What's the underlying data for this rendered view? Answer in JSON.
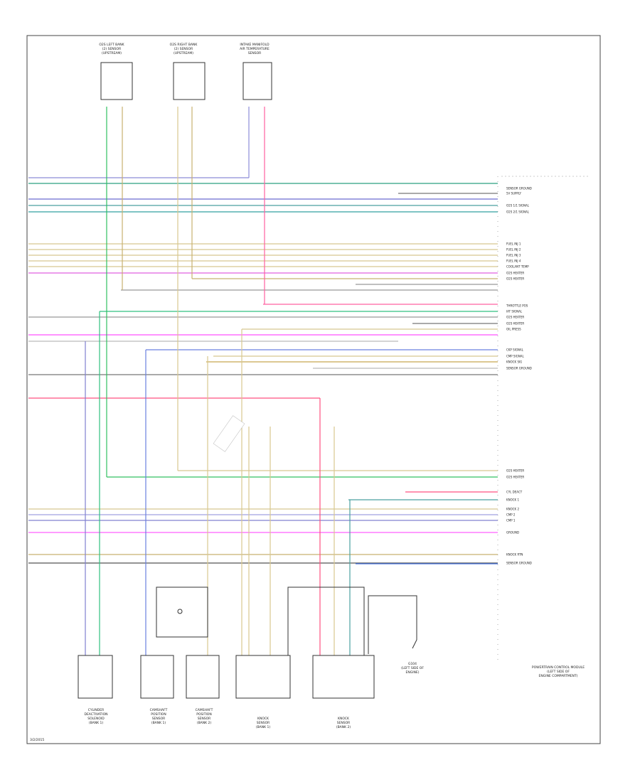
{
  "components_top": [
    {
      "id": "c1",
      "label_lines": [
        "O2S LEFT BANK",
        "(2) SENSOR",
        "(UPSTREAM)"
      ]
    },
    {
      "id": "c2",
      "label_lines": [
        "O2S RIGHT BANK",
        "(2) SENSOR",
        "(UPSTREAM)"
      ]
    },
    {
      "id": "c3",
      "label_lines": [
        "INTAKE MANIFOLD",
        "AIR TEMPERATURE",
        "SENSOR"
      ]
    }
  ],
  "components_bottom": [
    {
      "id": "b1",
      "label_lines": [
        "CYLINDER",
        "DEACTIVATION",
        "SOLENOID",
        "(BANK 1)"
      ]
    },
    {
      "id": "b2",
      "label_lines": [
        "CAMSHAFT",
        "POSITION",
        "SENSOR",
        "(BANK 1)"
      ]
    },
    {
      "id": "b3",
      "label_lines": [
        "CAMSHAFT",
        "POSITION",
        "SENSOR",
        "(BANK 2)"
      ]
    },
    {
      "id": "b4",
      "label_lines": [
        "KNOCK",
        "SENSOR",
        "(BANK 1)"
      ]
    },
    {
      "id": "b5",
      "label_lines": [
        "KNOCK",
        "SENSOR",
        "(BANK 2)"
      ]
    },
    {
      "id": "b6",
      "label_lines": [
        "G104",
        "(LEFT SIDE OF",
        "ENGINE)"
      ]
    }
  ],
  "pcm_label_lines": [
    "POWERTRAIN CONTROL MODULE",
    "(LEFT SIDE OF",
    "ENGINE COMPARTMENT)"
  ],
  "diagram_id": "3/2/2015",
  "right_labels": [
    "SENSOR GROUND",
    "5V SUPPLY",
    "O2S 1/1 SIGNAL",
    "O2S 2/1 SIGNAL",
    "FUEL INJ 1",
    "FUEL INJ 2",
    "FUEL INJ 3",
    "FUEL INJ 4",
    "COOLANT TEMP",
    "O2S HEATER",
    "O2S HEATER",
    "THROTTLE POS",
    "IAT SIGNAL",
    "O2S HEATER",
    "O2S HEATER",
    "OIL PRESS",
    "CKP SIGNAL",
    "CMP SIGNAL",
    "KNOCK SIG",
    "SENSOR GROUND",
    "O2S HEATER",
    "O2S HEATER",
    "CYL DEACT",
    "KNOCK 1",
    "KNOCK 2",
    "CMP 2",
    "CMP 1",
    "GROUND",
    "KNOCK RTN",
    "SENSOR GROUND"
  ]
}
